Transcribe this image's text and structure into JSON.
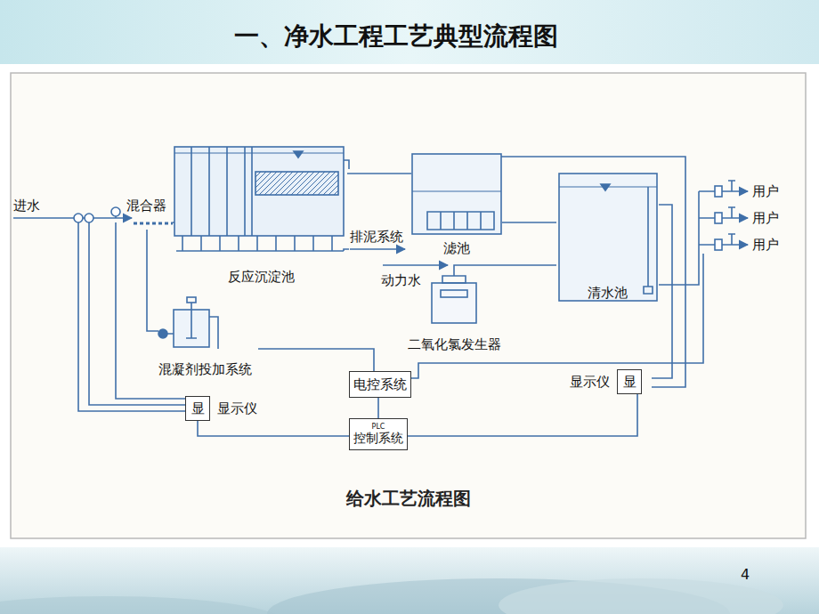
{
  "diagram": {
    "title": "一、净水工程工艺典型流程图",
    "caption": "给水工艺流程图",
    "nodes": [
      {
        "text": [
          "混合器"
        ]
      },
      {
        "text": [
          "反应沉淀池"
        ]
      },
      {
        "text": [
          "滤池"
        ]
      },
      {
        "text": [
          "清水池"
        ]
      },
      {
        "text": [
          "二氧化氯发生器"
        ]
      },
      {
        "text": [
          "混凝剂投加系统"
        ]
      },
      {
        "text": [
          "电控系统"
        ]
      },
      {
        "text": [
          "PLC",
          "控制系统"
        ]
      },
      {
        "text": [
          "显",
          "显示仪"
        ]
      },
      {
        "text": [
          "显示仪",
          "显"
        ]
      }
    ],
    "edges": [
      {
        "from": 0,
        "to": 1,
        "arrow": "none"
      },
      {
        "from": 1,
        "to": 2,
        "arrow": "none"
      },
      {
        "from": 2,
        "to": 3,
        "arrow": "none"
      },
      {
        "from": 4,
        "to": 3,
        "arrow": "none"
      },
      {
        "from": 0,
        "to": 5,
        "arrow": "none"
      },
      {
        "from": 5,
        "to": 6,
        "arrow": "none"
      },
      {
        "from": 6,
        "to": 7,
        "arrow": "none"
      },
      {
        "from": 8,
        "to": 7,
        "arrow": "none"
      },
      {
        "from": 9,
        "to": 7,
        "arrow": "none"
      },
      {
        "from": 3,
        "to": 9,
        "arrow": "none"
      }
    ],
    "labels": [
      "进水",
      "排泥系统",
      "动力水",
      "用户",
      "用户",
      "用户",
      "4"
    ]
  }
}
